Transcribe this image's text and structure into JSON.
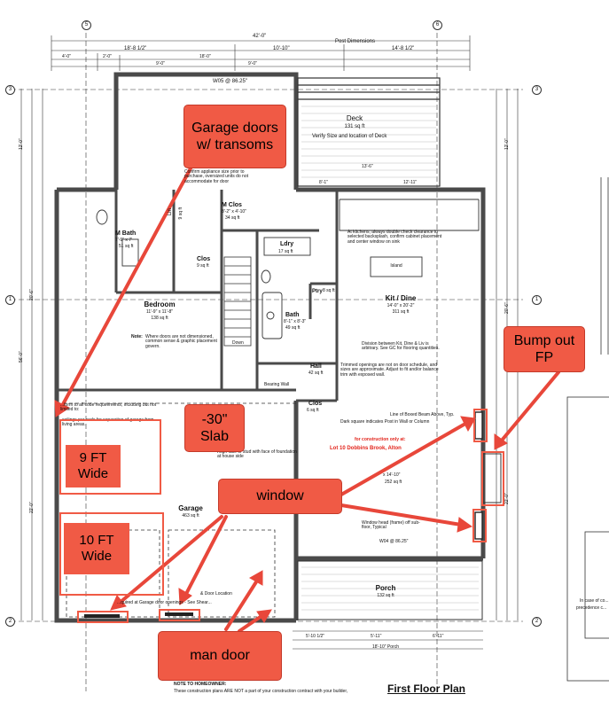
{
  "dimensions": {
    "overall_width": "42'-0\"",
    "post_dimensions": "Post Dimensions",
    "left_span": "18'-8 1/2\"",
    "mid_span": "10'-10\"",
    "right_span": "14'-8 1/2\"",
    "top_a": "4'-0\"",
    "top_b": "2'-0\"",
    "top_c": "18'-0\"",
    "top_d": "9'-0\"",
    "top_e": "9'-0\"",
    "right_left_depth": "12'-0\"",
    "right_mid_depth": "20'-6\"",
    "right_lower_depth": "22'-0\"",
    "left_total": "56'-0\"",
    "left_upper": "12'-0\"",
    "left_mid": "20'-6\"",
    "left_lower": "22'-0\"",
    "bottom_a": "5'-10 1/2\"",
    "bottom_b": "5'-11\"",
    "bottom_c": "6'-11\"",
    "bottom_porch": "18'-10\" Porch",
    "deck_right_a": "8'-1\"",
    "deck_right_b": "12'-11\"",
    "deck_wide": "13'-6\""
  },
  "rooms": {
    "deck": {
      "name": "Deck",
      "area": "131 sq ft",
      "note": "Verify Size and location of Deck"
    },
    "window_top": "W05 @ 86.25\"",
    "m_bath": {
      "name": "M Bath",
      "size": "7'-9\" x 7'",
      "area": "51 sq ft"
    },
    "lin": {
      "name": "Lin",
      "area": "9 sq ft"
    },
    "m_clos": {
      "name": "M Clos",
      "size": "8'-2\" x 4'-10\"",
      "area": "34 sq ft"
    },
    "clos": {
      "name": "Clos",
      "area": "9 sq ft"
    },
    "ldry": {
      "name": "Ldry",
      "area": "17 sq ft"
    },
    "bedroom": {
      "name": "Bedroom",
      "size": "11'-9\" x 11'-8\"",
      "area": "138 sq ft"
    },
    "bath": {
      "name": "Bath",
      "size": "8'-1\" x 8'-3\"",
      "area": "49 sq ft"
    },
    "hall": {
      "name": "Hall",
      "area": "42 sq ft"
    },
    "ptry": {
      "name": "Ptry",
      "area": "8 sq ft"
    },
    "clos2": {
      "name": "Clos",
      "area": "6 sq ft"
    },
    "kit_dine": {
      "name": "Kit / Dine",
      "size": "14'-0\" x 20'-2\"",
      "area": "311 sq ft"
    },
    "island": "Island",
    "living": {
      "size": "x 14'-10\"",
      "area": "252 sq ft"
    },
    "garage": {
      "name": "Garage",
      "area": "463 sq ft"
    },
    "porch": {
      "name": "Porch",
      "area": "132 sq ft"
    }
  },
  "notes": {
    "appliance": "Confirm appliance size prior to purchase, oversized units do not accommodate for door",
    "kitchens": "At kitchens, always double check clearance to selected backsplash, confirm cabinet placement and center window on sink",
    "doors_note_label": "Note:",
    "doors_note": "Where doors are not dimensioned, common sense & graphic placement govern.",
    "division": "Division between Kit, Dine & Liv is arbitrary. See GC for flooring quantities.",
    "trimmed": "Trimmed openings are not on door schedule, and sizes are approximate. Adjust to fit and/or balance trim with exposed wall.",
    "boxed_beam": "Line of Boxed Beam Above, Typ.",
    "dark_square": "Dark square indicates Post in Wall or Column",
    "construction_only": "for construction only at:",
    "lot": "Lot 10 Dobbins Brook, Alton",
    "align_face": "Align face of stud with face of foundation at house side",
    "window_head": "Window head (frame) off sub-floor, Typical",
    "window_w04_bottom": "W04 @ 86.25\"",
    "code_reqs": "...form to all code requirements, including but not limited to:",
    "ceilings_code": "ceilings per code for separation of garage from living areas.",
    "door_location": "& Door Location",
    "shear": "...quired at Garage door openings - See Shear...",
    "bearing_wall": "Bearing Wall",
    "down": "Down",
    "in_case": "In case of co...",
    "precedence": "precedence c...",
    "homeowner": "NOTE TO HOMEOWNER:",
    "homeowner_body": "These construction plans ARE NOT a part of your construction contract with your builder,"
  },
  "annotations": {
    "garage_doors": "Garage doors w/ transoms",
    "slab": "-30\" Slab",
    "nine_ft": "9 FT Wide",
    "ten_ft": "10 FT Wide",
    "window": "window",
    "bump_out": "Bump out FP",
    "man_door": "man door"
  },
  "grid_labels": {
    "top_left": "5",
    "top_right": "6",
    "left_a": "3",
    "left_b": "1",
    "left_c": "2",
    "right_a": "3",
    "right_b": "1",
    "right_c": "2"
  },
  "title": "First Floor Plan",
  "colors": {
    "annotation": "#f05a45",
    "wall": "#4a4a4a",
    "red_text": "#e2231a"
  }
}
